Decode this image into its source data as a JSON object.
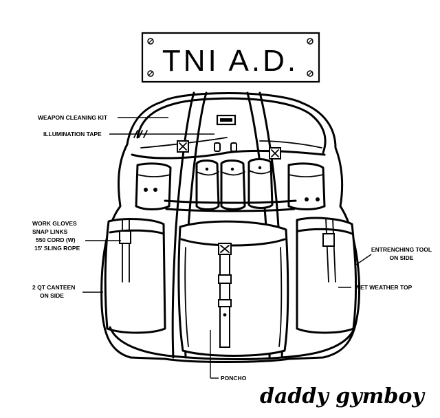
{
  "plate": {
    "title": "TNI A.D."
  },
  "callouts": {
    "weapon_cleaning_kit": "WEAPON CLEANING KIT",
    "illumination_tape": "ILLUMINATION TAPE",
    "work_gloves": "WORK GLOVES",
    "snap_links": "SNAP LINKS",
    "cord": "550 CORD (W)",
    "sling_rope": "15' SLING ROPE",
    "canteen_1": "2 QT CANTEEN",
    "canteen_2": "ON SIDE",
    "entrenching_1": "ENTRENCHING TOOL",
    "entrenching_2": "ON SIDE",
    "wet_weather_top": "WET WEATHER TOP",
    "poncho": "PONCHO"
  },
  "signature": "daddy gymboy"
}
